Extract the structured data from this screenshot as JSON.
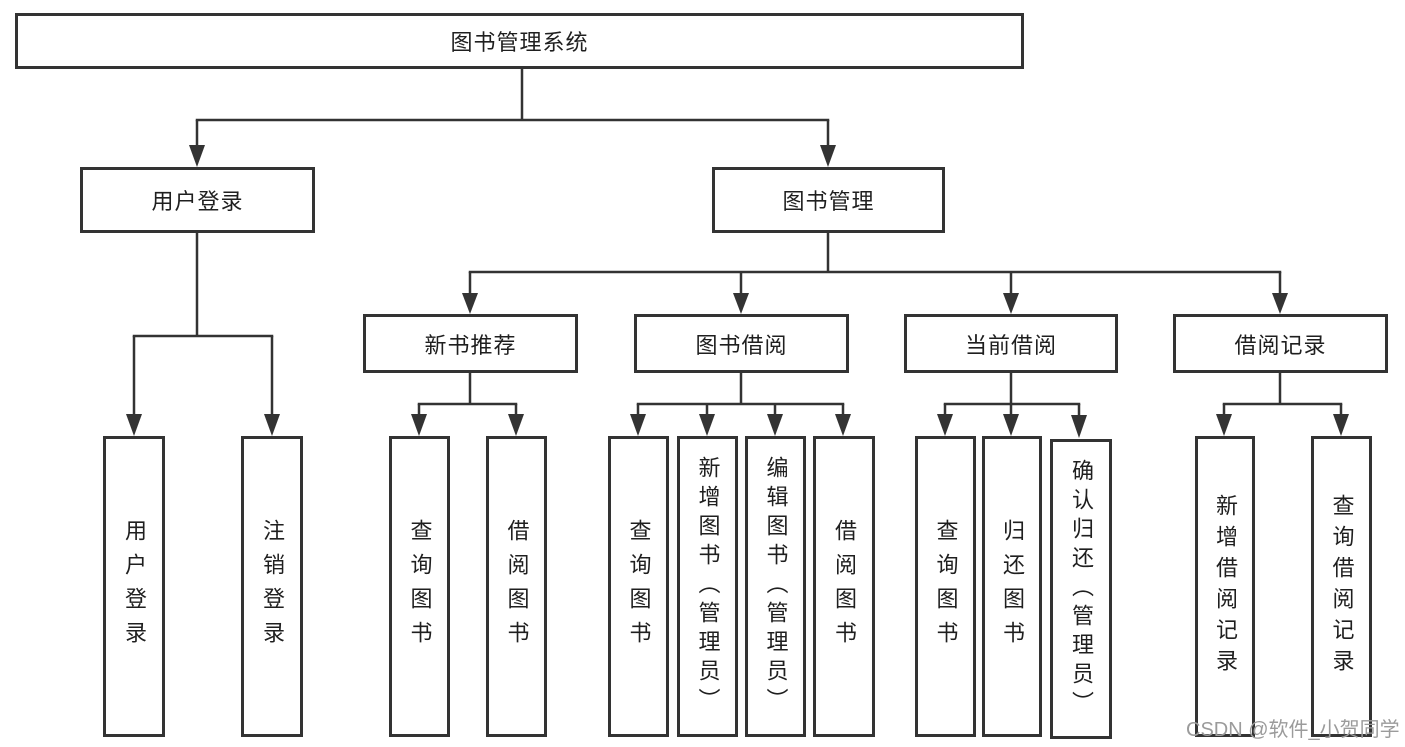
{
  "diagram": {
    "root": "图书管理系统",
    "l2": [
      "用户登录",
      "图书管理"
    ],
    "l3": [
      "新书推荐",
      "图书借阅",
      "当前借阅",
      "借阅记录"
    ],
    "leafGroups": [
      [
        "用户登录",
        "注销登录"
      ],
      [
        "查询图书",
        "借阅图书"
      ],
      [
        "查询图书",
        "新增图书（管理员）",
        "编辑图书（管理员）",
        "借阅图书"
      ],
      [
        "查询图书",
        "归还图书",
        "确认归还（管理员）"
      ],
      [
        "新增借阅记录",
        "查询借阅记录"
      ]
    ],
    "colors": {
      "line": "#333333",
      "box_background": "#ffffff",
      "text": "#1f1f1f",
      "watermark": "#9b9b9b"
    }
  },
  "watermark": "CSDN @软件_小贺同学"
}
